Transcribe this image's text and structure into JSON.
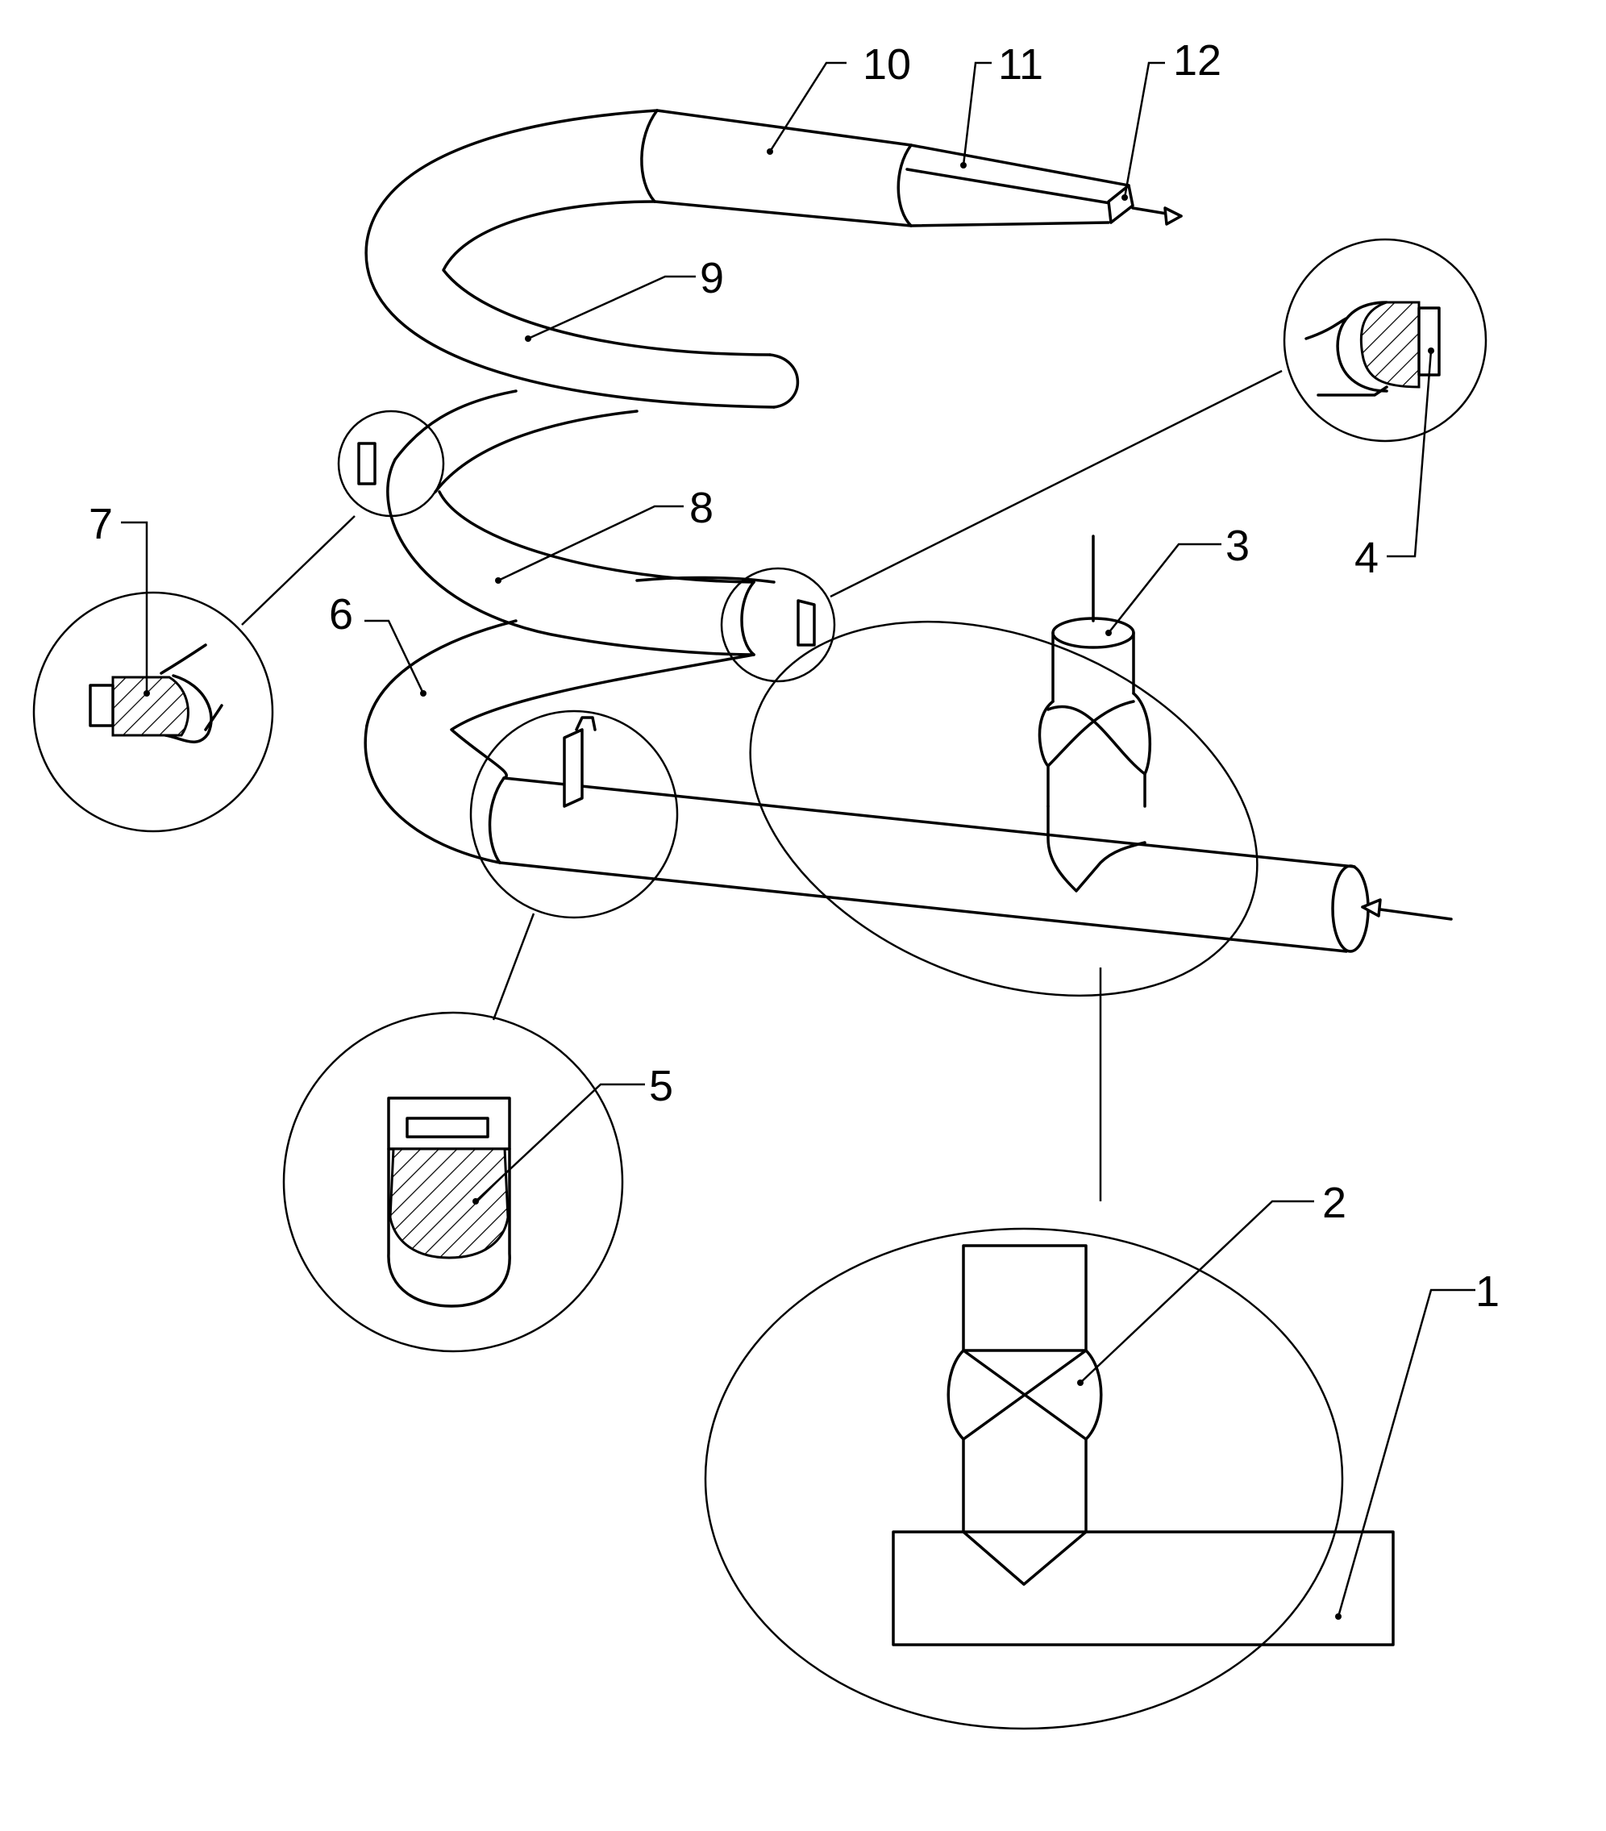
{
  "figure": {
    "labels": [
      {
        "id": "1",
        "text": "1"
      },
      {
        "id": "2",
        "text": "2"
      },
      {
        "id": "3",
        "text": "3"
      },
      {
        "id": "4",
        "text": "4"
      },
      {
        "id": "5",
        "text": "5"
      },
      {
        "id": "6",
        "text": "6"
      },
      {
        "id": "7",
        "text": "7"
      },
      {
        "id": "8",
        "text": "8"
      },
      {
        "id": "9",
        "text": "9"
      },
      {
        "id": "10",
        "text": "10"
      },
      {
        "id": "11",
        "text": "11"
      },
      {
        "id": "12",
        "text": "12"
      }
    ]
  }
}
